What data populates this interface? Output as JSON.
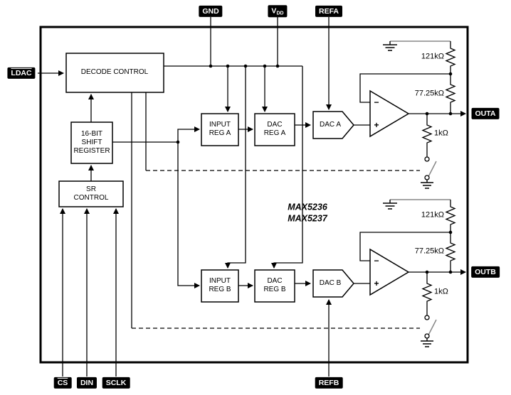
{
  "pins": {
    "gnd": "GND",
    "vdd_main": "V",
    "vdd_sub": "DD",
    "refa": "REFA",
    "refb": "REFB",
    "ldac": "LDAC",
    "cs": "CS",
    "din": "DIN",
    "sclk": "SCLK",
    "outa": "OUTA",
    "outb": "OUTB"
  },
  "blocks": {
    "decode_control": "DECODE CONTROL",
    "shift_register": "16-BIT\nSHIFT\nREGISTER",
    "sr_control": "SR\nCONTROL",
    "input_reg_a": "INPUT\nREG A",
    "dac_reg_a": "DAC\nREG A",
    "dac_a": "DAC A",
    "input_reg_b": "INPUT\nREG B",
    "dac_reg_b": "DAC\nREG B",
    "dac_b": "DAC B"
  },
  "resistors": {
    "r_feedback_a": "121kΩ",
    "r_gain_a": "77.25kΩ",
    "r_out_a": "1kΩ",
    "r_feedback_b": "121kΩ",
    "r_gain_b": "77.25kΩ",
    "r_out_b": "1kΩ"
  },
  "opamp": {
    "minus": "−",
    "plus": "+"
  },
  "part_numbers": "MAX5236\nMAX5237",
  "colors": {
    "wire": "#000000",
    "gray_wire": "#878787",
    "pin_bg": "#000000",
    "pin_fg": "#ffffff"
  }
}
